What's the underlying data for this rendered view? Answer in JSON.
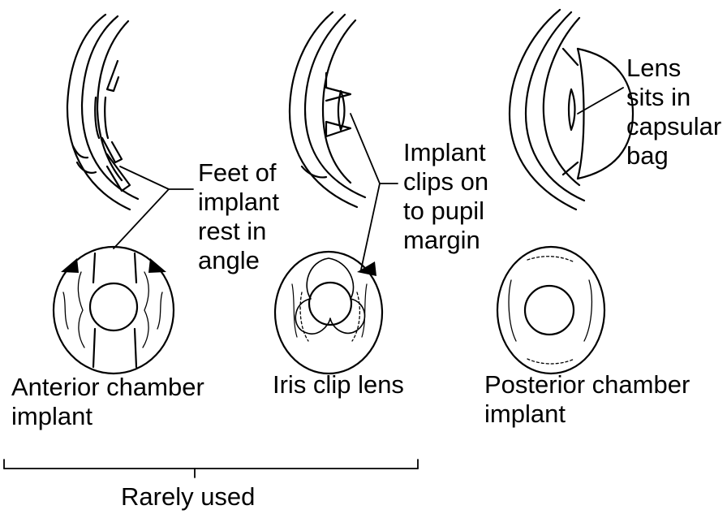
{
  "labels": {
    "feet": "Feet of\nimplant\nrest in\nangle",
    "clips": "Implant\nclips on\nto pupil\nmargin",
    "lens_bag": "Lens\nsits in\ncapsular\nbag",
    "anterior": "Anterior chamber\nimplant",
    "iris": "Iris clip lens",
    "posterior": "Posterior chamber\nimplant",
    "rarely": "Rarely used"
  }
}
